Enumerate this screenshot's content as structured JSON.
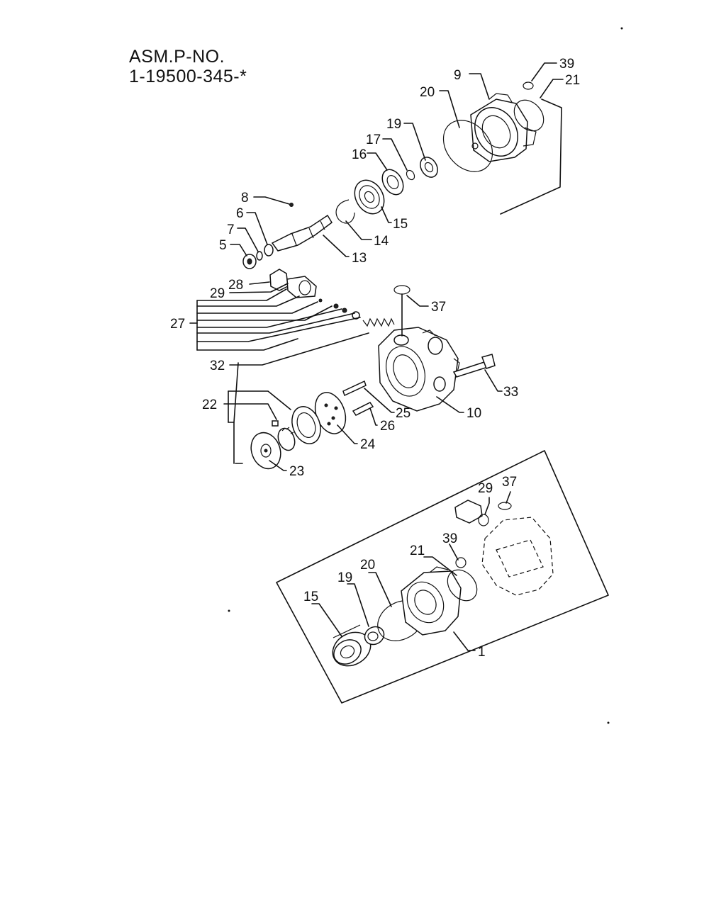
{
  "title": {
    "line1": "ASM.P-NO.",
    "line2": "1-19500-345-*"
  },
  "callouts": {
    "c1": "1",
    "c5": "5",
    "c6": "6",
    "c7": "7",
    "c8": "8",
    "c9": "9",
    "c10": "10",
    "c13": "13",
    "c14": "14",
    "c15": "15",
    "c16": "16",
    "c17": "17",
    "c19": "19",
    "c20": "20",
    "c21": "21",
    "c22": "22",
    "c23": "23",
    "c24": "24",
    "c25": "25",
    "c26": "26",
    "c27": "27",
    "c28": "28",
    "c29": "29",
    "c32": "32",
    "c33": "33",
    "c37": "37",
    "c39": "39",
    "k15": "15",
    "k19": "19",
    "k20": "20",
    "k21": "21",
    "k29": "29",
    "k37": "37",
    "k39": "39"
  }
}
